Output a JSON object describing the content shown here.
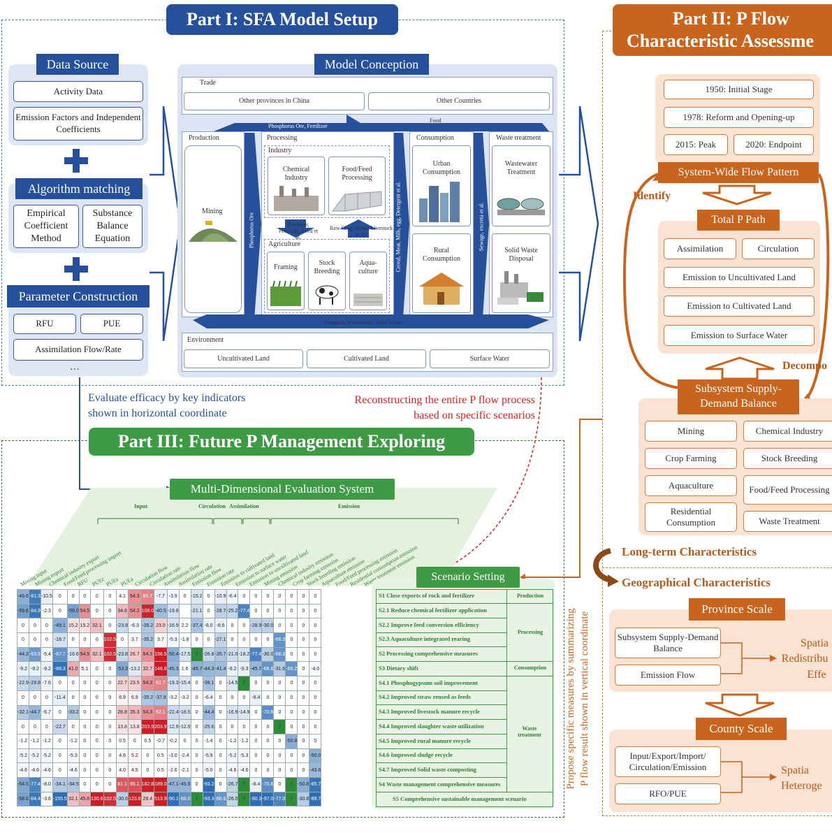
{
  "part1": {
    "title": "Part I: SFA Model Setup"
  },
  "part2": {
    "title_line1": "Part II: P Flow",
    "title_line2": "Characteristic Assessme"
  },
  "part3": {
    "title": "Part III:  Future P Management Exploring"
  },
  "data_source": {
    "title": "Data Source",
    "items": [
      "Activity Data",
      "Emission Factors and Independent Coefficients"
    ]
  },
  "algorithm": {
    "title": "Algorithm matching",
    "items": [
      "Empirical Coefficient Method",
      "Substance Balance Equation"
    ]
  },
  "parameter": {
    "title": "Parameter Construction",
    "items": [
      "RFU",
      "PUE",
      "Assimilation Flow/Rate",
      "…"
    ]
  },
  "model": {
    "title": "Model Conception",
    "trade": "Trade",
    "trade_items": [
      "Other provinces in China",
      "Other Countries"
    ],
    "arrow_po": "Phosphorus Ore, Fertilizer",
    "arrow_food": "Food",
    "production": "Production",
    "mining": "Mining",
    "phos_ore": "Phosphorus Ore",
    "processing": "Processing",
    "industry": "Industry",
    "chemical": "Chemical Industry",
    "food_feed": "Food/Feed Processing",
    "fert": "Fertilizer, Pesticide, Feed et al.",
    "raw": "Raw Crop, Straw, Livestock et al.",
    "agriculture": "Agriculture",
    "framing": "Framing",
    "stock": "Stock Breeding",
    "aqua": "Aqua- culture",
    "cereal": "Cereal, Meat, Milk, egg, Detergent et al.",
    "consumption": "Consumption",
    "urban": "Urban Consumption",
    "rural": "Rural Consumption",
    "sewage": "Sewage, excreta et al.",
    "waste": "Waste treatment",
    "wastewater": "Wastewater Treatment",
    "solid": "Solid Waste Disposal",
    "gangues": "Gangues, Wastewater, Solid waste",
    "environment": "Environment",
    "env_items": [
      "Uncultivated Land",
      "Cultivated Land",
      "Surface Water"
    ]
  },
  "evaluate": {
    "line1": "Evaluate efficacy by key indicators",
    "line2": "shown in horizontal coordinate"
  },
  "reconstruct": {
    "line1": "Reconstructing the entire P flow process",
    "line2": "based on specific scenarios"
  },
  "propose": {
    "line1": "Propose specific measures by summarizing",
    "line2": "P flow result shown in vertical coordinate"
  },
  "stages": [
    "1950: Initial Stage",
    "1978: Reform and Opening-up",
    "2015: Peak",
    "2020: Endpoint"
  ],
  "system_wide": "System-Wide Flow Pattern",
  "identify": "Identify",
  "total_path": "Total P Path",
  "paths": [
    "Assimilation",
    "Circulation",
    "Emission to Uncultivated Land",
    "Emission to Cultivated Land",
    "Emission to Surface Water"
  ],
  "decompose": "Decompo",
  "subsystem": {
    "line1": "Subsystem Supply-",
    "line2": "Demand Balance"
  },
  "subsystems": [
    "Mining",
    "Chemical Industry",
    "Crop Farming",
    "Stock Breeding",
    "Aquaculture",
    "Food/Feed Processing",
    "Residential Consumption",
    "Waste Treatment"
  ],
  "long_term": "Long-term Characteristics",
  "geo": "Geographical Characteristics",
  "province": {
    "title": "Province Scale",
    "items": [
      "Subsystem Supply-Demand Balance",
      "Emission Flow"
    ],
    "effect1": "Spatia",
    "effect2": "Redistribu",
    "effect3": "Effe"
  },
  "county": {
    "title": "County Scale",
    "items": [
      "Input/Export/Import/ Circulation/Emission",
      "RFO/PUE"
    ],
    "effect1": "Spatia",
    "effect2": "Heteroge"
  },
  "eval_system": "Multi-Dimensional Evaluation System",
  "scenario_setting": "Scenario Setting",
  "groups": [
    "Input",
    "Circulation",
    "Assimilation",
    "Emission"
  ],
  "columns": [
    "Mining input",
    "Mining export",
    "Chemical industry export",
    "Food/Feed processing import",
    "RFU",
    "PUEc",
    "PUEs",
    "PUEa",
    "Circulation flow",
    "Circulation rate",
    "Assimilation flow",
    "Assimilation rate",
    "Emission flow",
    "Emission rate",
    "Emission to cultivated land",
    "Emission to surface water",
    "Emission to uncultivated land",
    "Mining emission",
    "Chemical industry emission",
    "Crop farming emission",
    "Stock breeding emission",
    "Aquaculture emission",
    "Food/Feed processing emission",
    "Residential consumption emission",
    "Waste treatment emission"
  ],
  "scenarios": [
    "S1 Close exports of rock and fertilizer",
    "S2.1 Reduce chemical fertilizer  application",
    "S2.2 Improve feed conversion efficiency",
    "S2.3 Aquaculture integrated rearing",
    "S2 Processing comprehensive measures",
    "S3 Dietary shift",
    "S4.1 Phosphogypsum soil improvement",
    "S4.2 Improved straw reused as feeds",
    "S4.3 Improved livestock manure recycle",
    "S4.4 Improved slaughter waste utilization",
    "S4.5 Improved rural manure recycle",
    "S4.6 Improved sludge recycle",
    "S4.7 Improved Solid waste composting",
    "S4 Waste management comprehensive measures",
    "S5 Comprehensive sustainable management scenario"
  ],
  "categories": [
    "Production",
    "Processing",
    "Consumption",
    "Waste treatment"
  ],
  "chart_data": {
    "type": "heatmap",
    "rows": [
      [
        "-49.6",
        "-81.3",
        "-10.5",
        "0",
        "0",
        "0",
        "0",
        "0",
        "4.1",
        "54.3",
        "60.7",
        "-7.7",
        "-3.9",
        "0",
        "-15.2",
        "0",
        "-10.9",
        "-6.4",
        "0",
        "0",
        "0",
        "0",
        "0",
        "0",
        "0"
      ],
      [
        "-59.6",
        "-84.9",
        "-2.3",
        "0",
        "-59.0",
        "54.5",
        "0",
        "0",
        "34.8",
        "54.2",
        "108.0",
        "-40.5",
        "-19.8",
        "",
        "-21.1",
        "0",
        "-28.7",
        "-25.2",
        "-77.4",
        "0",
        "0",
        "0",
        "0",
        "0",
        "0"
      ],
      [
        "0",
        "0",
        "0",
        "-49.1",
        "15.2",
        "15.2",
        "32.1",
        "0",
        "-23.8",
        "-6.3",
        "-35.2",
        "23.0",
        "-16.9",
        "2.2",
        "-37.4",
        "-8.0",
        "-8.6",
        "0",
        "0",
        "-28.9",
        "-30.0",
        "0",
        "0",
        "0",
        "0"
      ],
      [
        "0",
        "0",
        "0",
        "-18.7",
        "0",
        "0",
        "0",
        "102.5",
        "0",
        "3.7",
        "-35.2",
        "3.7",
        "-5.3",
        "-1.8",
        "0",
        "0",
        "-27.1",
        "0",
        "0",
        "0",
        "0",
        "-66.3",
        "0",
        "0",
        "0"
      ],
      [
        "-44.3",
        "-63.5",
        "-5.4",
        "-67.7",
        "-16.6",
        "54.5",
        "32.1",
        "102.5",
        "-23.8",
        "26.7",
        "54.3",
        "156.5",
        "-50.4",
        "-17.5",
        "/",
        "-26.8",
        "-35.7",
        "-21.0",
        "-18.2",
        "-77.4",
        "-30.0",
        "-66.3",
        "0",
        "0",
        "0"
      ],
      [
        "-9.2",
        "-9.2",
        "-9.2",
        "-88.3",
        "41.0",
        "5.1",
        "0",
        "0",
        "-53.3",
        "-13.2",
        "32.7",
        "146.8",
        "-45.3",
        "1.6",
        "-49.7",
        "-44.3",
        "-41.4",
        "-9.2",
        "-9.3",
        "-45.7",
        "-66.6",
        "-31.6",
        "-66.2",
        "0",
        "-4.0"
      ],
      [
        "-22.9",
        "-29.8",
        "-7.6",
        "0",
        "0",
        "0",
        "0",
        "0",
        "22.7",
        "23.5",
        "54.3",
        "61.7",
        "-19.3",
        "-15.4",
        "0",
        "-38.1",
        "0",
        "-14.5",
        "/",
        "0",
        "0",
        "0",
        "0",
        "0",
        "0"
      ],
      [
        "0",
        "0",
        "0",
        "-11.4",
        "0",
        "0",
        "0",
        "0",
        "6.9",
        "6.9",
        "-35.2",
        "-37.8",
        "-3.2",
        "-3.2",
        "0",
        "-6.4",
        "0",
        "0",
        "0",
        "-8.4",
        "0",
        "0",
        "0",
        "0",
        "0"
      ],
      [
        "-32.1",
        "-44.7",
        "-6.7",
        "0",
        "-33.2",
        "0",
        "0",
        "0",
        "28.8",
        "35.3",
        "54.3",
        "62.1",
        "-22.4",
        "-18.5",
        "0",
        "-44.4",
        "0",
        "-16.9",
        "-14.9",
        "0",
        "-70.6",
        "0",
        "0",
        "0",
        "0"
      ],
      [
        "0",
        "0",
        "0",
        "-22.7",
        "0",
        "0",
        "0",
        "0",
        "13.8",
        "13.8",
        "203.9",
        "203.9",
        "-12.9",
        "-12.9",
        "0",
        "-25.6",
        "0",
        "0",
        "0",
        "0",
        "0",
        "/",
        "0",
        "0",
        "0"
      ],
      [
        "-1.2",
        "-1.2",
        "-1.2",
        "0",
        "-1.2",
        "0",
        "0",
        "0",
        "0.5",
        "0",
        "0.5",
        "-0.7",
        "-0.2",
        "0",
        "0",
        "-1.4",
        "0",
        "-1.2",
        "-1.2",
        "0",
        "0",
        "0",
        "-50.8",
        "0",
        "0"
      ],
      [
        "-5.2",
        "-5.2",
        "-5.2",
        "0",
        "-5.3",
        "0",
        "0",
        "0",
        "4.6",
        "5.2",
        "0",
        "0.5",
        "-3.0",
        "-2.4",
        "0",
        "-5.9",
        "0",
        "-5.2",
        "-5.3",
        "0",
        "0",
        "0",
        "0",
        "0",
        "-50.0"
      ],
      [
        "-4.6",
        "-4.6",
        "-4.6",
        "0",
        "-4.6",
        "0",
        "0",
        "0",
        "4.0",
        "4.5",
        "0",
        "0.5",
        "-2.6",
        "-2.1",
        "0",
        "-5.0",
        "0",
        "-4.6",
        "-4.6",
        "0",
        "0",
        "0",
        "0",
        "0",
        "-43.6"
      ],
      [
        "-54.5",
        "-77.4",
        "-8.0",
        "-34.1",
        "-34.5",
        "0",
        "0",
        "0",
        "81.1",
        "85.1",
        "182.8",
        "189.0",
        "-47.1",
        "-45.9",
        "0",
        "-93.2",
        "0",
        "-26.7",
        "/",
        "-8.4",
        "-70.6",
        "0",
        "/",
        "-50.8",
        "-85.7"
      ],
      [
        "-58.0",
        "-84.4",
        "-3.6",
        "-155.5",
        "32.1",
        "45.6",
        "130.8",
        "102.5",
        "-30.6",
        "123.8",
        "28.4",
        "513.9",
        "-90.1",
        "-68.0",
        "/",
        "-93.3",
        "-66.6",
        "-26.0",
        "/",
        "-90.3",
        "-97.0",
        "-77.0",
        "/",
        "-30.8",
        "-89.7"
      ]
    ]
  }
}
